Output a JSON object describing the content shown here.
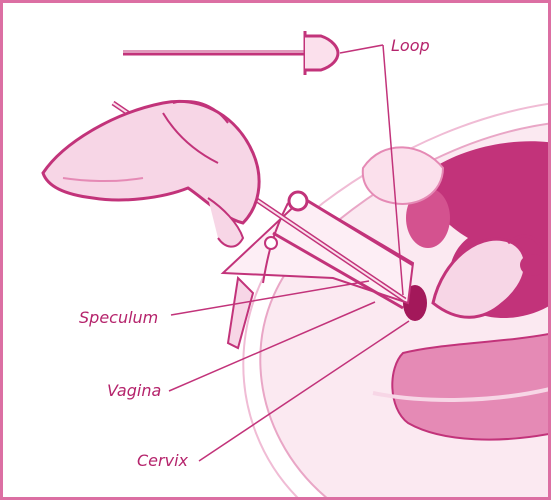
{
  "figure": {
    "labels": {
      "loop": "Loop",
      "speculum": "Speculum",
      "vagina": "Vagina",
      "cervix": "Cervix"
    }
  },
  "colors": {
    "primary": "#c2337a",
    "light": "#f7d6e6",
    "mid": "#e58ab5",
    "dark": "#a3185a",
    "border": "#dc6fa3",
    "label_text": "#b5246c"
  },
  "icon_names": [
    "loop-instrument-icon",
    "speculum-icon",
    "hand-icon",
    "uterus-anatomy"
  ]
}
